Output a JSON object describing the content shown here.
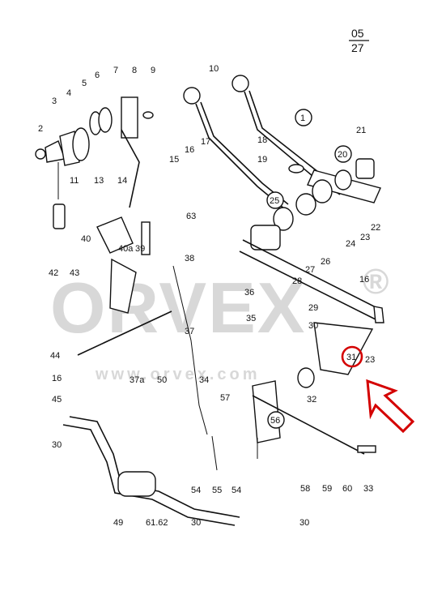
{
  "page": {
    "number": "05",
    "total": "27"
  },
  "watermark": {
    "brand": "ORVEX",
    "registered": "®",
    "url": "www.orvex.com"
  },
  "highlight": {
    "label": "31",
    "ring_color": "#d40000",
    "arrow_color": "#d40000"
  },
  "callouts": [
    "1",
    "2",
    "3",
    "4",
    "5",
    "6",
    "7",
    "8",
    "9",
    "10",
    "11",
    "13",
    "14",
    "15",
    "16",
    "17",
    "18",
    "19",
    "20",
    "21",
    "22",
    "23",
    "24",
    "25",
    "26",
    "27",
    "28",
    "29",
    "30",
    "31",
    "32",
    "33",
    "34",
    "35",
    "36",
    "37",
    "37a",
    "38",
    "39",
    "40",
    "40a",
    "42",
    "43",
    "44",
    "45",
    "49",
    "50",
    "54",
    "55",
    "56",
    "57",
    "58",
    "59",
    "60",
    "61.62",
    "63"
  ]
}
